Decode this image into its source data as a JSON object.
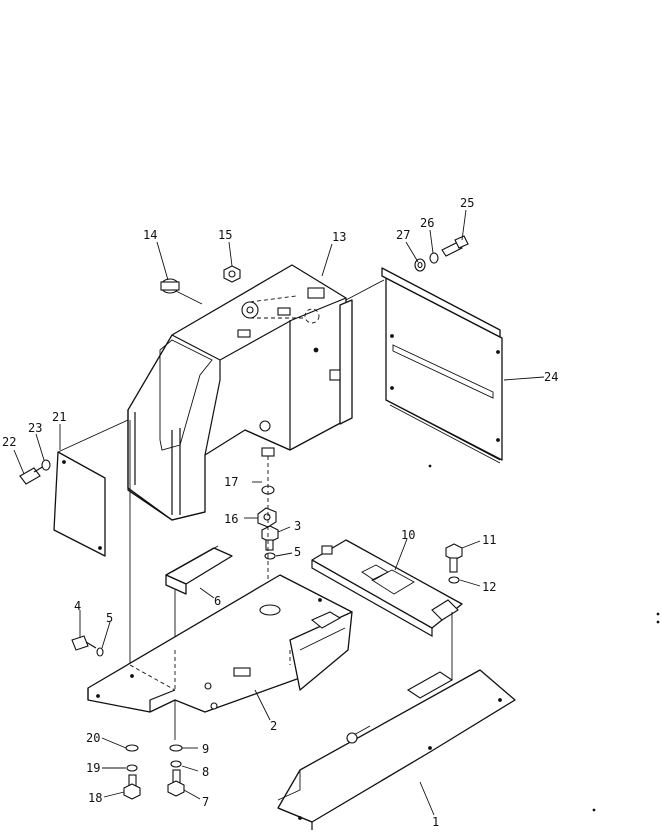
{
  "callouts": [
    {
      "id": "c1",
      "text": "1"
    },
    {
      "id": "c2",
      "text": "2"
    },
    {
      "id": "c3",
      "text": "3"
    },
    {
      "id": "c4",
      "text": "4"
    },
    {
      "id": "c5a",
      "text": "5"
    },
    {
      "id": "c5b",
      "text": "5"
    },
    {
      "id": "c6",
      "text": "6"
    },
    {
      "id": "c7",
      "text": "7"
    },
    {
      "id": "c8",
      "text": "8"
    },
    {
      "id": "c9",
      "text": "9"
    },
    {
      "id": "c10",
      "text": "10"
    },
    {
      "id": "c11",
      "text": "11"
    },
    {
      "id": "c12",
      "text": "12"
    },
    {
      "id": "c13",
      "text": "13"
    },
    {
      "id": "c14",
      "text": "14"
    },
    {
      "id": "c15",
      "text": "15"
    },
    {
      "id": "c16",
      "text": "16"
    },
    {
      "id": "c17",
      "text": "17"
    },
    {
      "id": "c18",
      "text": "18"
    },
    {
      "id": "c19",
      "text": "19"
    },
    {
      "id": "c20",
      "text": "20"
    },
    {
      "id": "c21",
      "text": "21"
    },
    {
      "id": "c22",
      "text": "22"
    },
    {
      "id": "c23",
      "text": "23"
    },
    {
      "id": "c24",
      "text": "24"
    },
    {
      "id": "c25",
      "text": "25"
    },
    {
      "id": "c26",
      "text": "26"
    },
    {
      "id": "c27",
      "text": "27"
    }
  ]
}
